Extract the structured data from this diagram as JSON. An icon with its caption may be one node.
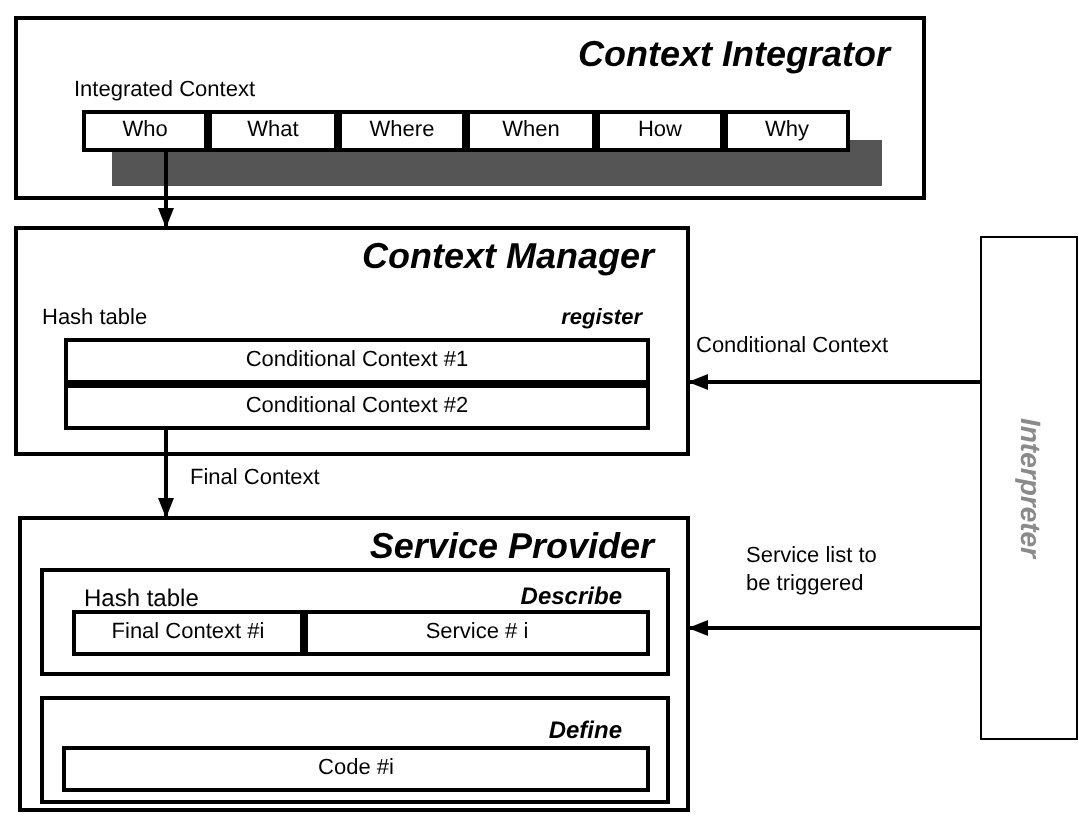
{
  "diagram": {
    "nodes": [
      {
        "text": [
          "Context Integrator",
          "Integrated Context"
        ]
      },
      {
        "text": [
          "Who"
        ],
        "in": 0
      },
      {
        "text": [
          "What"
        ],
        "in": 0
      },
      {
        "text": [
          "Where"
        ],
        "in": 0
      },
      {
        "text": [
          "When"
        ],
        "in": 0
      },
      {
        "text": [
          "How"
        ],
        "in": 0
      },
      {
        "text": [
          "Why"
        ],
        "in": 0
      },
      {
        "text": [
          "Context Manager",
          "Hash table",
          "register"
        ]
      },
      {
        "text": [
          "Conditional Context #1"
        ],
        "in": 7
      },
      {
        "text": [
          "Conditional Context #2"
        ],
        "in": 7
      },
      {
        "text": [
          "Service Provider"
        ]
      },
      {
        "text": [
          "Hash table",
          "Describe"
        ],
        "in": 10
      },
      {
        "text": [
          "Final Context #i"
        ],
        "in": 11
      },
      {
        "text": [
          "Service # i"
        ],
        "in": 11
      },
      {
        "text": [
          "Define"
        ],
        "in": 10
      },
      {
        "text": [
          "Code #i"
        ],
        "in": 14
      },
      {
        "text": [
          "Interpreter"
        ]
      }
    ],
    "edges": [
      {
        "from": 1,
        "to": 7,
        "arrow": "to"
      },
      {
        "from": 9,
        "to": 10,
        "arrow": "to",
        "label": "Final Context"
      },
      {
        "from": 16,
        "to": 7,
        "arrow": "to",
        "label": "Conditional Context"
      },
      {
        "from": 16,
        "to": 10,
        "arrow": "to",
        "label": "Service list to be triggered"
      }
    ]
  }
}
